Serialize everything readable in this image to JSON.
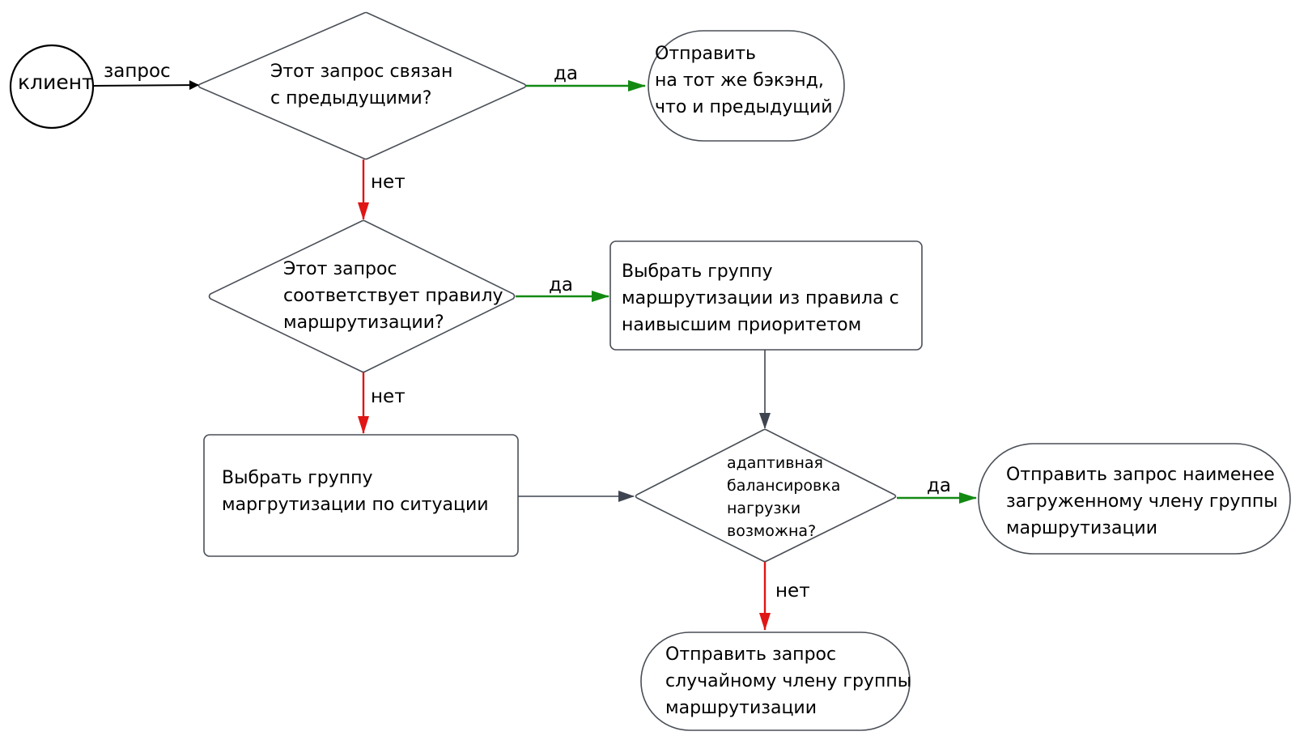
{
  "colors": {
    "yes_edge": "#128a12",
    "no_edge": "#e01515",
    "neutral_edge": "#3f4550",
    "start_edge": "#000000"
  },
  "nodes": {
    "client": {
      "type": "start-circle",
      "text": "клиент"
    },
    "q_related": {
      "type": "decision",
      "lines": [
        "Этот запрос связан",
        "с предыдущими?"
      ]
    },
    "send_same": {
      "type": "terminal",
      "lines": [
        "Отправить",
        "на тот же бэкэнд,",
        "что и предыдущий"
      ]
    },
    "q_rule": {
      "type": "decision",
      "lines": [
        "Этот запрос",
        "соответствует правилу",
        "маршрутизации?"
      ]
    },
    "pick_rule_group": {
      "type": "process",
      "lines": [
        "Выбрать группу",
        "маршрутизации из правила с",
        "наивысшим приоритетом"
      ]
    },
    "pick_situation_group": {
      "type": "process",
      "lines": [
        "Выбрать группу",
        "маргрутизации по ситуации"
      ]
    },
    "q_adaptive": {
      "type": "decision",
      "lines": [
        "адаптивная",
        "балансировка",
        "нагрузки",
        "возможна?"
      ]
    },
    "send_least": {
      "type": "terminal",
      "lines": [
        "Отправить запрос наименее",
        "загруженному члену группы",
        "маршрутизации"
      ]
    },
    "send_random": {
      "type": "terminal",
      "lines": [
        "Отправить запрос",
        "случайному члену группы",
        "маршрутизации"
      ]
    }
  },
  "edges": [
    {
      "from": "client",
      "to": "q_related",
      "label": "запрос",
      "kind": "start"
    },
    {
      "from": "q_related",
      "to": "send_same",
      "label": "да",
      "kind": "yes"
    },
    {
      "from": "q_related",
      "to": "q_rule",
      "label": "нет",
      "kind": "no"
    },
    {
      "from": "q_rule",
      "to": "pick_rule_group",
      "label": "да",
      "kind": "yes"
    },
    {
      "from": "q_rule",
      "to": "pick_situation_group",
      "label": "нет",
      "kind": "no"
    },
    {
      "from": "pick_rule_group",
      "to": "q_adaptive",
      "label": "",
      "kind": "neutral"
    },
    {
      "from": "pick_situation_group",
      "to": "q_adaptive",
      "label": "",
      "kind": "neutral"
    },
    {
      "from": "q_adaptive",
      "to": "send_least",
      "label": "да",
      "kind": "yes"
    },
    {
      "from": "q_adaptive",
      "to": "send_random",
      "label": "нет",
      "kind": "no"
    }
  ]
}
